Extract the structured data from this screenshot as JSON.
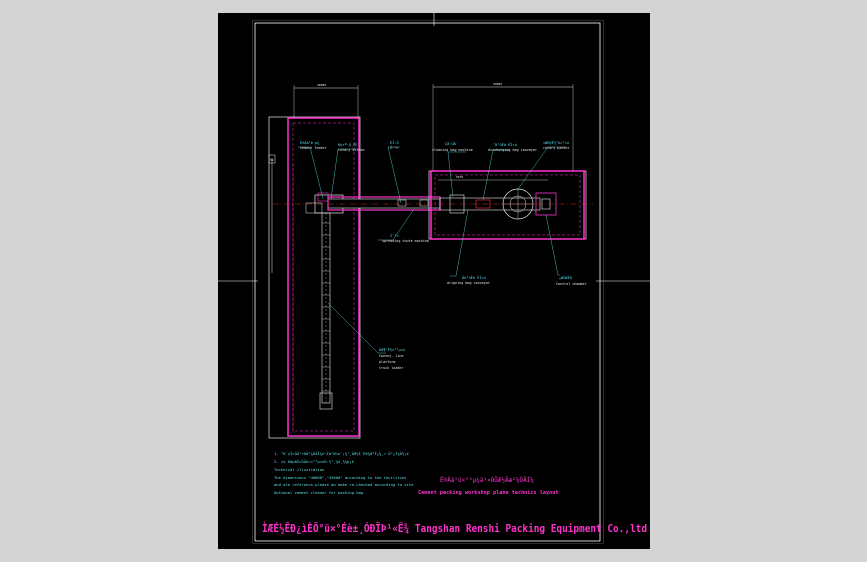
{
  "colors": {
    "background": "#d4d4d4",
    "sheet": "#000000",
    "frame": "#ffffff",
    "walls": "#ff33cc",
    "equipment": "#e8e8e8",
    "leaders": "#58e3ee",
    "centerline": "#ff3333"
  },
  "dimensions": {
    "left_width": "40000",
    "right_width": "43000",
    "right_height": "9970",
    "left_marker": "59"
  },
  "labels": {
    "cement_feeder": {
      "line1": "Ë®Äà¹Þ·µ¼",
      "line2": "cement feeder"
    },
    "rotary_screen": {
      "line1": "Ðý×ª·Ö¸ÉÉ¸",
      "line2": "rotary screen"
    },
    "upper_bin": {
      "line1": "ÉÏ·Ö",
      "line2": "Í·¹¤"
    },
    "cleaning_bag_machine": {
      "line1": "Çå·ÛÀ¨",
      "line2": "cleaning bag machine"
    },
    "discharging_conveyor": {
      "line1": "³ö°üÊä ËÍ»ú",
      "line2": "discharging bag conveyor"
    },
    "rotary_packer": {
      "line1": "»ØÐýÊ½°ü×°»ú",
      "line2": "rotary packer"
    },
    "spreading_chute": {
      "line1": "Ì¨¹¤",
      "line2": "spreading chute machine"
    },
    "aligning_conveyor": {
      "line1": "Õû°üÊä ËÍ»ú",
      "line2": "aligning bag conveyor"
    },
    "control_chamber": {
      "line1": "¿ØÖÆÊÒ",
      "line2": "Control chamber"
    },
    "truck_loader": {
      "line1": "ÒÆ¶¯Ê½×°³µ»ú",
      "line2": "Convey- line",
      "line3": "platform",
      "line4": "truck loader"
    }
  },
  "notes": [
    "1. ³ß´çÎ»ÖÃ¹¤ÒÕ²¼ÖÃÍ¼£¬Ïà¹Ø»ù´¡¼°¸ÖÆ½Ì¨Éè¼Æ²Î¿¼¸÷·Ö²¿Í¼Ö½¡£",
    "2. ×¢ ÒâµãÎ»ÖÃ£»×°³µ»úÔ­·½°¸¼û¸½¼þ¡£",
    "Technical illustration",
    "The dimensions \"40000\",\"43000\" according to the facilities",
    "and are reference,please do make re-checked according to site",
    "Optional cement cleaner for packing bag"
  ],
  "title_block": {
    "cn": "Ë®Äà°ü×°³µ¼ä¹¤ÒÕÆ½Ãæ²¼ÖÃÍ¼",
    "en": "Cement packing workshop plane technics layout",
    "company": "ÌÆÉ½ÊÐ¿ìÈÕ°ü×°Éè±¸ÓÐÏÞ¹«Ë¾  Tangshan Renshi Packing Equipment Co.,ltd"
  }
}
